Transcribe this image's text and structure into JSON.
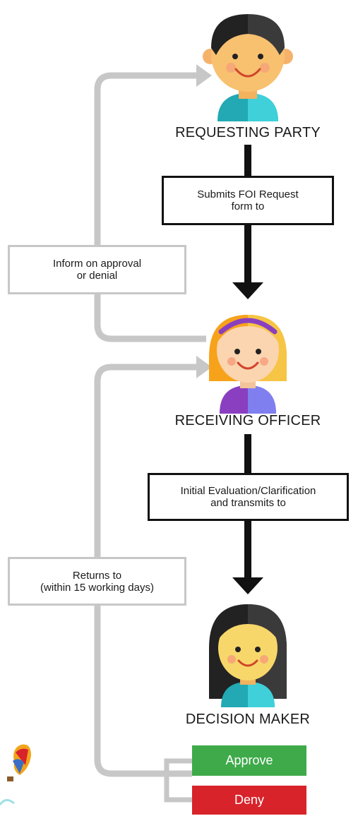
{
  "roles": {
    "requesting_party": "REQUESTING PARTY",
    "receiving_officer": "RECEIVING OFFICER",
    "decision_maker": "DECISION MAKER"
  },
  "steps": {
    "submit": {
      "line1": "Submits FOI Request",
      "line2": "form to"
    },
    "evaluate": {
      "line1": "Initial Evaluation/Clarification",
      "line2": "and transmits to"
    }
  },
  "feedback": {
    "inform": {
      "line1": "Inform on approval",
      "line2": "or denial"
    },
    "returns": {
      "line1": "Returns to",
      "line2": "(within 15 working days)"
    }
  },
  "outcomes": {
    "approve": "Approve",
    "deny": "Deny"
  },
  "colors": {
    "approve": "#3eaa4a",
    "deny": "#d8232a",
    "main_arrow": "#111111",
    "feedback_arrow": "#c7c7c7"
  },
  "icons": {
    "requesting_party": "boy-avatar-icon",
    "receiving_officer": "girl-headband-avatar-icon",
    "decision_maker": "girl-dark-hair-avatar-icon",
    "corner": "hot-air-balloon-icon"
  }
}
